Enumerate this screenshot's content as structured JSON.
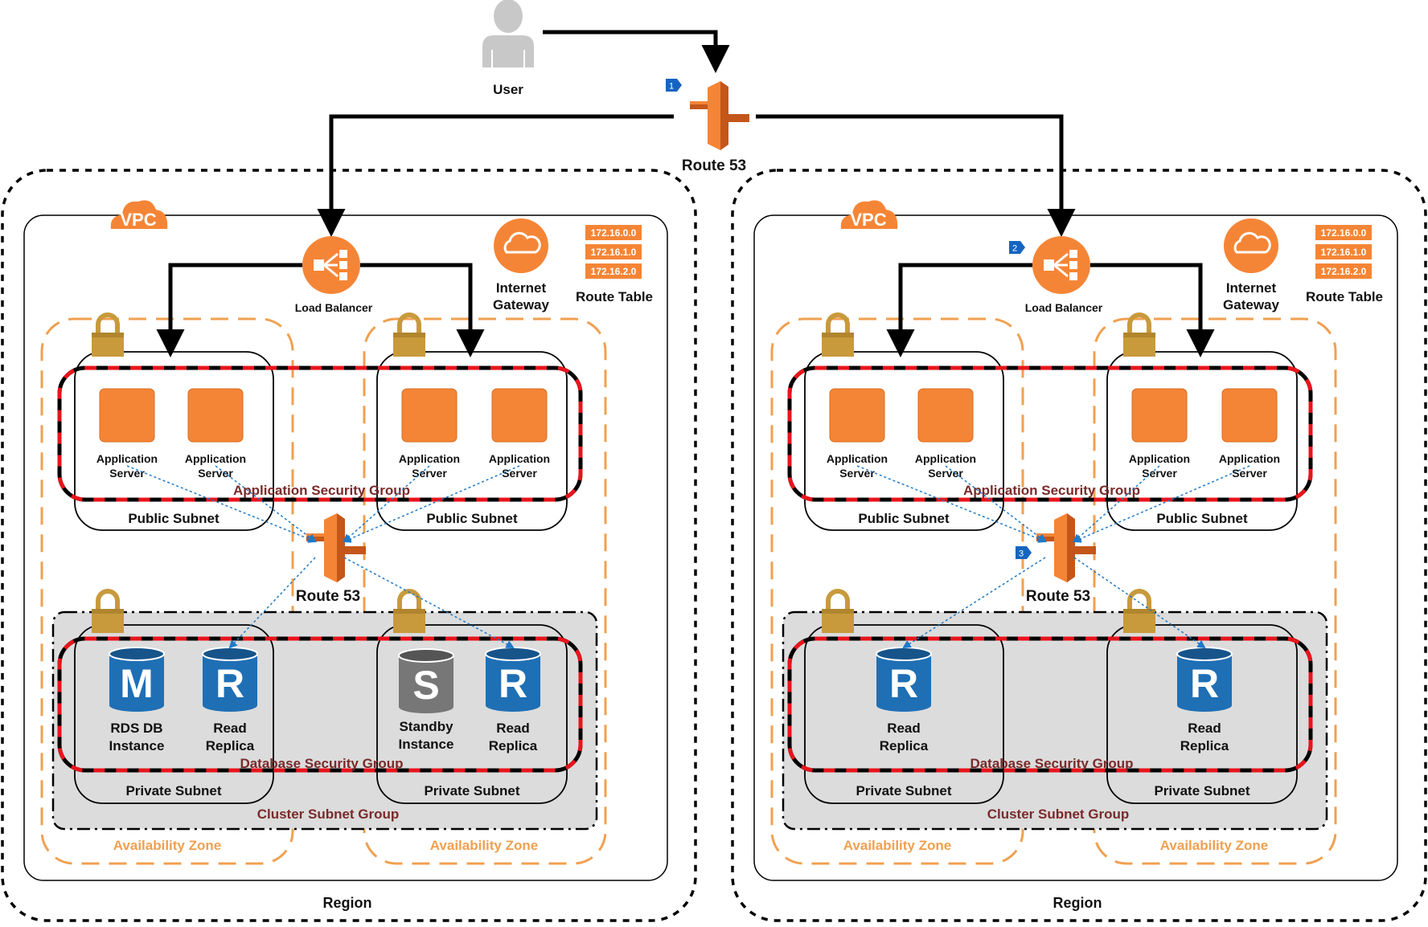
{
  "top": {
    "user_label": "User",
    "route53_label": "Route 53",
    "step1": "1"
  },
  "regions": [
    {
      "region_label": "Region",
      "vpc_label": "VPC",
      "load_balancer_label": "Load Balancer",
      "internet_gateway_label": "Internet Gateway",
      "route_table_label": "Route Table",
      "route_table_entries": [
        "172.16.0.0",
        "172.16.1.0",
        "172.16.2.0"
      ],
      "app_security_group": "Application Security Group",
      "db_security_group": "Database Security Group",
      "cluster_subnet_group": "Cluster Subnet Group",
      "availability_zones": [
        "Availability Zone",
        "Availability Zone"
      ],
      "public_subnets": [
        "Public Subnet",
        "Public Subnet"
      ],
      "private_subnets": [
        "Private Subnet",
        "Private Subnet"
      ],
      "app_servers": [
        "Application Server",
        "Application Server",
        "Application Server",
        "Application Server"
      ],
      "inner_route53_label": "Route 53",
      "databases": [
        {
          "letter": "M",
          "label": "RDS DB Instance",
          "color": "#1F6FB5"
        },
        {
          "letter": "R",
          "label": "Read Replica",
          "color": "#1F6FB5"
        },
        {
          "letter": "S",
          "label": "Standby Instance",
          "color": "#777777"
        },
        {
          "letter": "R",
          "label": "Read Replica",
          "color": "#1F6FB5"
        }
      ]
    },
    {
      "region_label": "Region",
      "vpc_label": "VPC",
      "load_balancer_label": "Load Balancer",
      "internet_gateway_label": "Internet Gateway",
      "route_table_label": "Route Table",
      "route_table_entries": [
        "172.16.0.0",
        "172.16.1.0",
        "172.16.2.0"
      ],
      "app_security_group": "Application Security Group",
      "db_security_group": "Database Security Group",
      "cluster_subnet_group": "Cluster Subnet Group",
      "availability_zones": [
        "Availability Zone",
        "Availability Zone"
      ],
      "public_subnets": [
        "Public Subnet",
        "Public Subnet"
      ],
      "private_subnets": [
        "Private Subnet",
        "Private Subnet"
      ],
      "app_servers": [
        "Application Server",
        "Application Server",
        "Application Server",
        "Application Server"
      ],
      "inner_route53_label": "Route 53",
      "step_lb": "2",
      "step_r53": "3",
      "databases": [
        {
          "letter": "R",
          "label": "Read Replica",
          "color": "#1F6FB5"
        },
        {
          "letter": "R",
          "label": "Read Replica",
          "color": "#1F6FB5"
        }
      ]
    }
  ],
  "colors": {
    "aws_orange": "#F58536",
    "az_orange": "#F0A050",
    "security_red": "#E8141B",
    "db_blue": "#1F6FB5",
    "standby_gray": "#777777",
    "lock_gold": "#C89A3C",
    "cluster_gray": "#DCDCDC",
    "link_blue": "#1E7AC8"
  }
}
